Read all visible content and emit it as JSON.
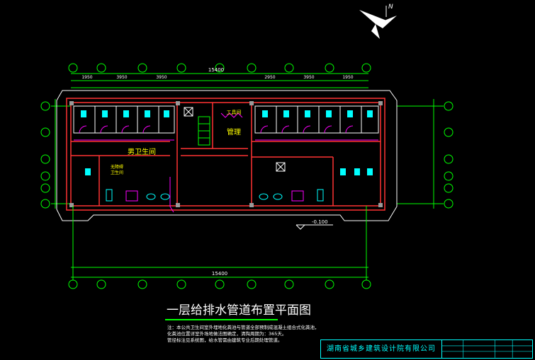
{
  "drawing": {
    "title": "一层给排水管道布置平面图",
    "notes": [
      "注：本公共卫生间室外埋地化粪池与管道全部预制成混凝土组合式化粪池，",
      "化粪池位置详室外场地做法图确定，清掏周期为：365天。",
      "管径标注见系统图，给水管需由建筑专业后期处理管道。"
    ],
    "overall_dimension": "15400",
    "top_dimensions": [
      "1950",
      "3950",
      "3950",
      "2950",
      "3950",
      "1950"
    ],
    "floor_level": "-0.100",
    "north_label": "N",
    "rooms": {
      "mens_toilet": "男卫生间",
      "accessible_toilet_line1": "无障碍",
      "accessible_toilet_line2": "卫生间",
      "tool_room": "工具间",
      "management": "管理"
    },
    "company": "湖南省城乡建筑设计院有限公司"
  },
  "colors": {
    "wall": "#ff3333",
    "dimension": "#00ff00",
    "fixture": "#00ffff",
    "label": "#ffff00",
    "pipe": "#ff00ff",
    "outline": "#ffffff"
  }
}
